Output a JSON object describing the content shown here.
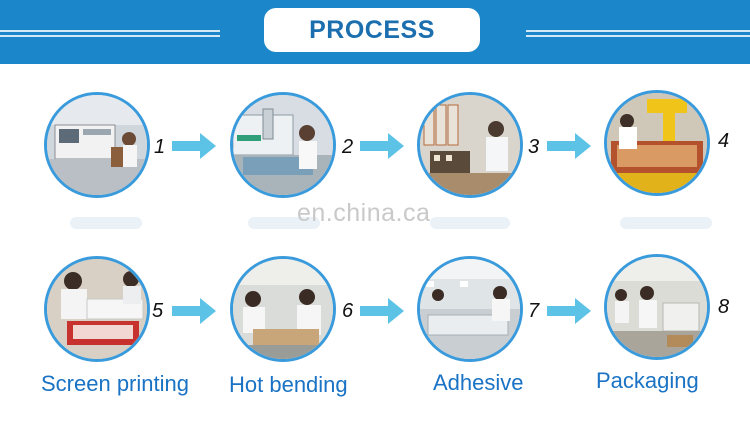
{
  "header": {
    "title": "PROCESS"
  },
  "watermark": "en.china.ca",
  "colors": {
    "banner": "#1b86c9",
    "arrow": "#5cc3e6",
    "label": "#1a73c4",
    "ring": "#3a9bdc"
  },
  "steps": [
    {
      "number": "1",
      "photo": "machine-workshop-photo"
    },
    {
      "number": "2",
      "photo": "cnc-cutting-photo"
    },
    {
      "number": "3",
      "photo": "bench-work-photo"
    },
    {
      "number": "4",
      "photo": "engraving-machine-photo"
    },
    {
      "number": "5",
      "label": "Screen printing",
      "photo": "screen-printing-photo"
    },
    {
      "number": "6",
      "label": "Hot bending",
      "photo": "hot-bending-photo"
    },
    {
      "number": "7",
      "label": "Adhesive",
      "photo": "adhesive-photo"
    },
    {
      "number": "8",
      "label": "Packaging",
      "photo": "packaging-photo"
    }
  ]
}
